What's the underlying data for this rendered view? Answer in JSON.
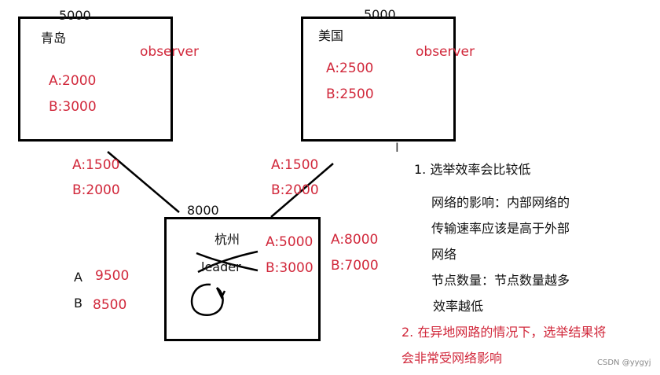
{
  "nodes": {
    "qingdao": {
      "capacity": "5000",
      "name": "青岛",
      "role": "observer",
      "a": "A:2000",
      "b": "B:3000"
    },
    "usa": {
      "capacity": "5000",
      "name": "美国",
      "role": "observer",
      "a": "A:2500",
      "b": "B:2500"
    },
    "hangzhou": {
      "capacity": "8000",
      "name": "杭州",
      "a": "A:5000",
      "b": "B:3000",
      "struck_label": "leader"
    }
  },
  "links": {
    "left": {
      "a": "A:1500",
      "b": "B:2000"
    },
    "right": {
      "a": "A:1500",
      "b": "B:2000"
    }
  },
  "totals_right": {
    "a": "A:8000",
    "b": "B:7000"
  },
  "totals_left": {
    "a_label": "A",
    "a_value": "9500",
    "b_label": "B",
    "b_value": "8500"
  },
  "notes": {
    "point1_title": "1. 选举效率会比较低",
    "point1_line1": "网络的影响：内部网络的",
    "point1_line2": "传输速率应该是高于外部",
    "point1_line3": "网络",
    "point1_line4": "节点数量：节点数量越多",
    "point1_line5": "效率越低",
    "point2_line1": "2. 在异地网路的情况下，选举结果将",
    "point2_line2": "会非常受网络影响"
  },
  "watermark": "CSDN @yygyj",
  "cursor_icon": "text-cursor-icon"
}
